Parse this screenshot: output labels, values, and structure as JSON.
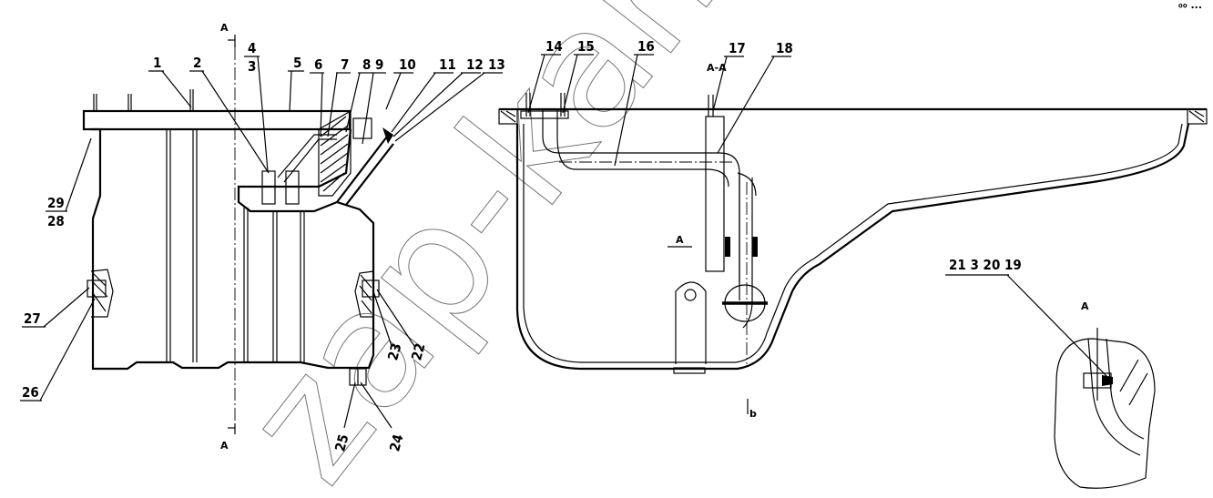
{
  "section_labels": {
    "a_top": "A",
    "a_bottom": "A",
    "a_a": "A-A",
    "a_mid": "A",
    "a_detail": "A"
  },
  "callouts_left": [
    "1",
    "2",
    "4",
    "3",
    "5",
    "6",
    "7",
    "8",
    "9",
    "10",
    "11",
    "12",
    "13"
  ],
  "callouts_left_lower": [
    "29",
    "28",
    "27",
    "26",
    "23",
    "22",
    "25",
    "24"
  ],
  "callouts_right": [
    "14",
    "15",
    "16",
    "17",
    "18"
  ],
  "callouts_detail": "21 3 20 19",
  "watermark": "zap-kam.ru",
  "corner_mark": "⁰⁰ ∙∙∙",
  "mark_b": "b"
}
